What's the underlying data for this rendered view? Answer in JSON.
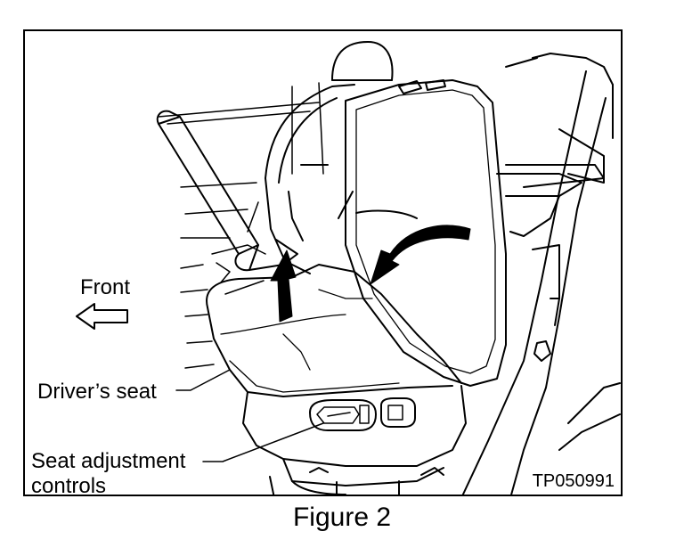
{
  "labels": {
    "front": "Front",
    "drivers_seat": "Driver’s seat",
    "seat_adjustment_line1": "Seat adjustment",
    "seat_adjustment_line2": "controls",
    "figure_code": "TP050991"
  },
  "caption": "Figure 2"
}
